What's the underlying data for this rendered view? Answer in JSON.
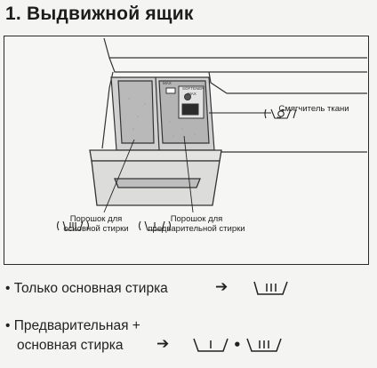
{
  "section": {
    "title": "1. Выдвижной ящик"
  },
  "figure": {
    "callouts": {
      "softener_label": "Смягчитель ткани",
      "main_wash_label_line1": "Порошок для",
      "main_wash_label_line2": "основной стирки",
      "prewash_label_line1": "Порошок для",
      "prewash_label_line2": "предварительной стирки"
    },
    "icons": {
      "softener": "softener-flower-icon",
      "main_wash": "main-wash-tub-icon",
      "prewash": "prewash-tub-icon"
    }
  },
  "instructions": {
    "item1_text": "• Только основная стирка",
    "item2_line1": "• Предварительная +",
    "item2_line2": "основная стирка",
    "arrow": "➔",
    "combine_dot": "•"
  }
}
